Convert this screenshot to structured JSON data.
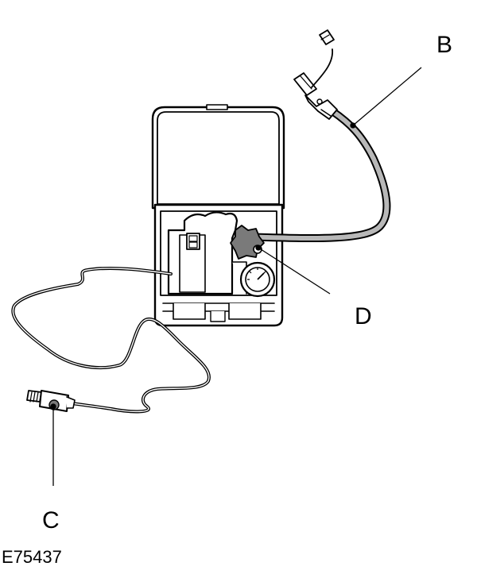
{
  "callouts": {
    "b": "B",
    "c": "C",
    "d": "D"
  },
  "reference_code": "E75437",
  "colors": {
    "line": "#000000",
    "hose_fill": "#b8b8b8",
    "knob_fill": "#7a7a7a",
    "background": "#ffffff"
  }
}
